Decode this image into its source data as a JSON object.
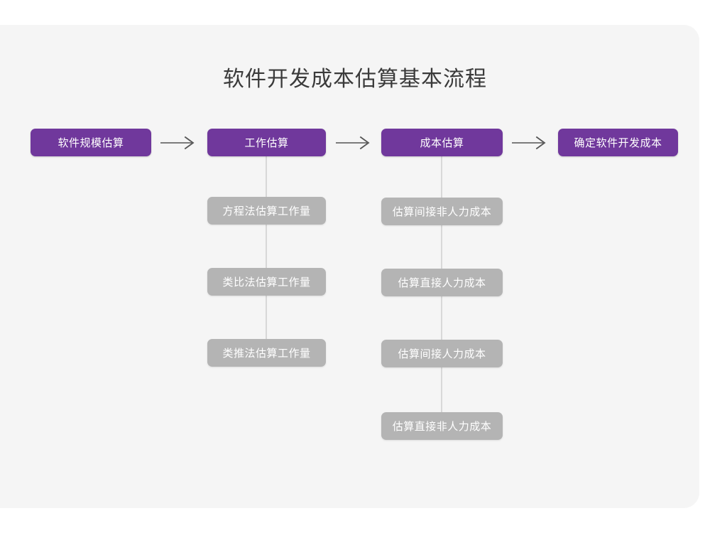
{
  "card": {
    "background": "#f5f5f5"
  },
  "diagram": {
    "title": "软件开发成本估算基本流程",
    "colors": {
      "primary": "#70389c",
      "sub": "#b4b4b4",
      "connector": "#d8d8d8",
      "arrow": "#555555",
      "title_text": "#3a3a3a",
      "node_text": "#ffffff",
      "canvas": "#f5f5f5"
    },
    "arrows": [
      {
        "name": "arrow-1-to-2",
        "glyph": "→"
      },
      {
        "name": "arrow-2-to-3",
        "glyph": "→"
      },
      {
        "name": "arrow-3-to-4",
        "glyph": "→"
      }
    ],
    "stages": [
      {
        "id": "stage-1",
        "label": "软件规模估算",
        "substeps": []
      },
      {
        "id": "stage-2",
        "label": "工作估算",
        "substeps": [
          "方程法估算工作量",
          "类比法估算工作量",
          "类推法估算工作量"
        ]
      },
      {
        "id": "stage-3",
        "label": "成本估算",
        "substeps": [
          "估算间接非人力成本",
          "估算直接人力成本",
          "估算间接人力成本",
          "估算直接非人力成本"
        ]
      },
      {
        "id": "stage-4",
        "label": "确定软件开发成本",
        "substeps": []
      }
    ]
  }
}
